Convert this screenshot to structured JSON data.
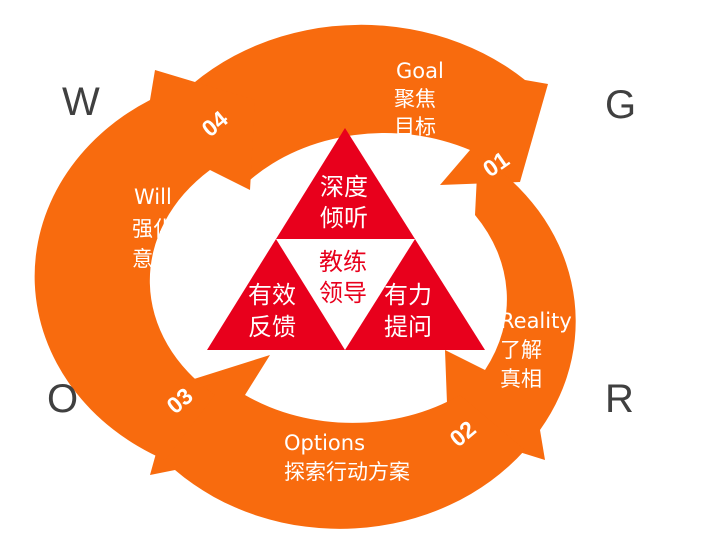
{
  "corners": {
    "w": "W",
    "g": "G",
    "o": "O",
    "r": "R"
  },
  "steps": {
    "goal": {
      "number": "01",
      "en": "Goal",
      "cn1": "聚焦",
      "cn2": "目标"
    },
    "reality": {
      "number": "02",
      "en": "Reality",
      "cn1": "了解",
      "cn2": "真相"
    },
    "options": {
      "number": "03",
      "en": "Options",
      "cn1": "探索行动方案"
    },
    "will": {
      "number": "04",
      "en": "Will",
      "cn1": "强化",
      "cn2": "意愿"
    }
  },
  "triangle": {
    "top": {
      "line1": "深度",
      "line2": "倾听"
    },
    "left": {
      "line1": "有效",
      "line2": "反馈"
    },
    "right": {
      "line1": "有力",
      "line2": "提问"
    },
    "center": {
      "line1": "教练",
      "line2": "领导"
    }
  },
  "colors": {
    "ring": "#f86b0e",
    "triangle": "#e8001c",
    "corner_text": "#404040"
  }
}
